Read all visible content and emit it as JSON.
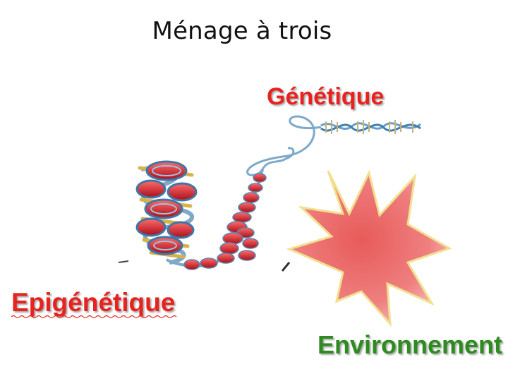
{
  "title": "Ménage à trois",
  "labels": {
    "genetique": "Génétique",
    "epigenetique": "Epigénétique",
    "environnement": "Environnement"
  },
  "colors": {
    "genetique": "#e8231f",
    "epigenetique": "#e8231f",
    "environnement": "#2e8b1f",
    "star_fill": "#ef6b6b",
    "star_stroke": "#f3e29a"
  },
  "icons": {
    "dna": "dna-helix-icon",
    "chromatin": "chromatin-fiber-icon",
    "star": "burst-star-icon"
  }
}
